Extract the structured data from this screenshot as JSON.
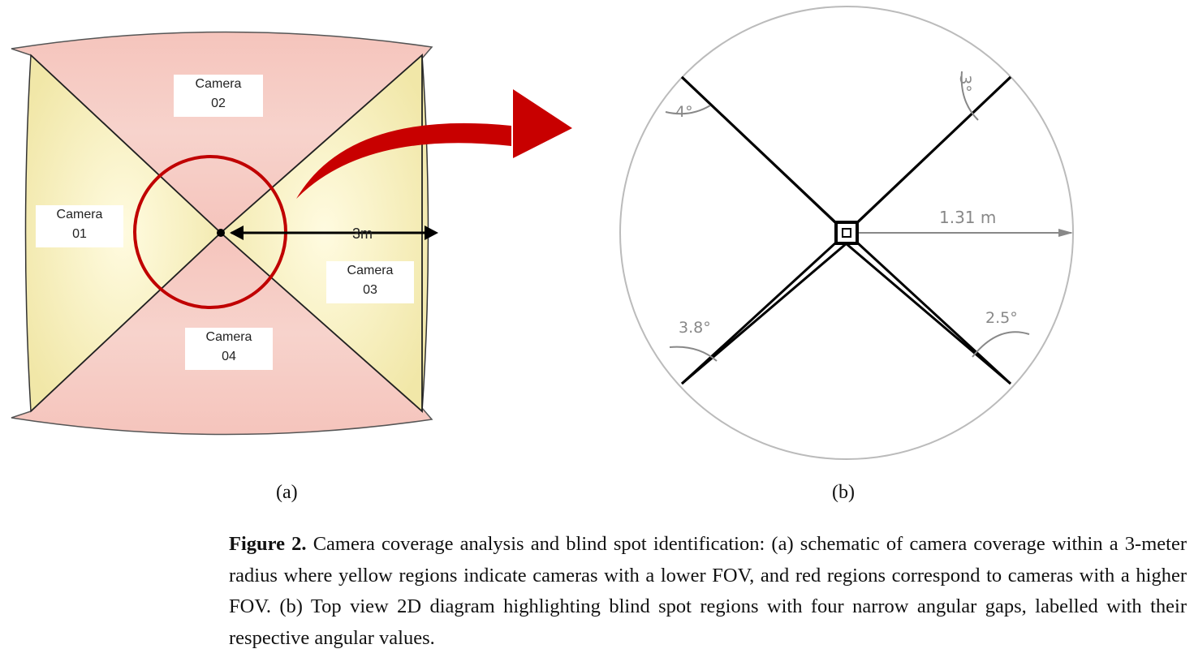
{
  "panel_a": {
    "cameras": [
      {
        "id": "cam01",
        "line1": "Camera",
        "line2": "01"
      },
      {
        "id": "cam02",
        "line1": "Camera",
        "line2": "02"
      },
      {
        "id": "cam03",
        "line1": "Camera",
        "line2": "03"
      },
      {
        "id": "cam04",
        "line1": "Camera",
        "line2": "04"
      }
    ],
    "radius_label": "3m",
    "colors": {
      "yellow": "#f6efb6",
      "red": "#f3b8b0",
      "circle": "#c00000",
      "arrow": "#c80000"
    }
  },
  "panel_b": {
    "radius_label": "1.31 m",
    "angles": [
      {
        "pos": "top-left",
        "value": "4°"
      },
      {
        "pos": "top-right",
        "value": "3°"
      },
      {
        "pos": "bottom-left",
        "value": "3.8°"
      },
      {
        "pos": "bottom-right",
        "value": "2.5°"
      }
    ]
  },
  "sublabels": {
    "a": "(a)",
    "b": "(b)"
  },
  "caption": {
    "label": "Figure 2.",
    "text": " Camera coverage analysis and blind spot identification: (a) schematic of camera coverage within a 3-meter radius where yellow regions indicate cameras with a lower FOV, and red regions correspond to cameras with a higher FOV. (b) Top view 2D diagram highlighting blind spot regions with four narrow angular gaps, labelled with their respective angular values."
  }
}
